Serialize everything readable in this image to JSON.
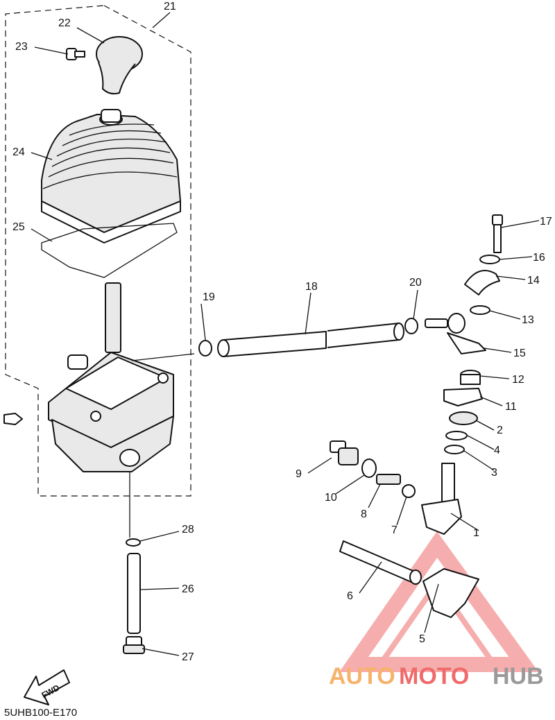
{
  "diagram": {
    "code": "5UHB100-E170",
    "fwd_label": "FWD",
    "watermark": {
      "part1": "AUTO",
      "part2": "MOTO",
      "part3": "HUB",
      "color_orange": "#f6b26b",
      "color_red": "#ef6b6b",
      "color_gray": "#9a9a9a"
    },
    "callouts": [
      "1",
      "2",
      "3",
      "4",
      "5",
      "6",
      "7",
      "8",
      "9",
      "10",
      "11",
      "12",
      "13",
      "14",
      "15",
      "16",
      "17",
      "18",
      "19",
      "20",
      "21",
      "22",
      "23",
      "24",
      "25",
      "26",
      "27",
      "28"
    ]
  }
}
